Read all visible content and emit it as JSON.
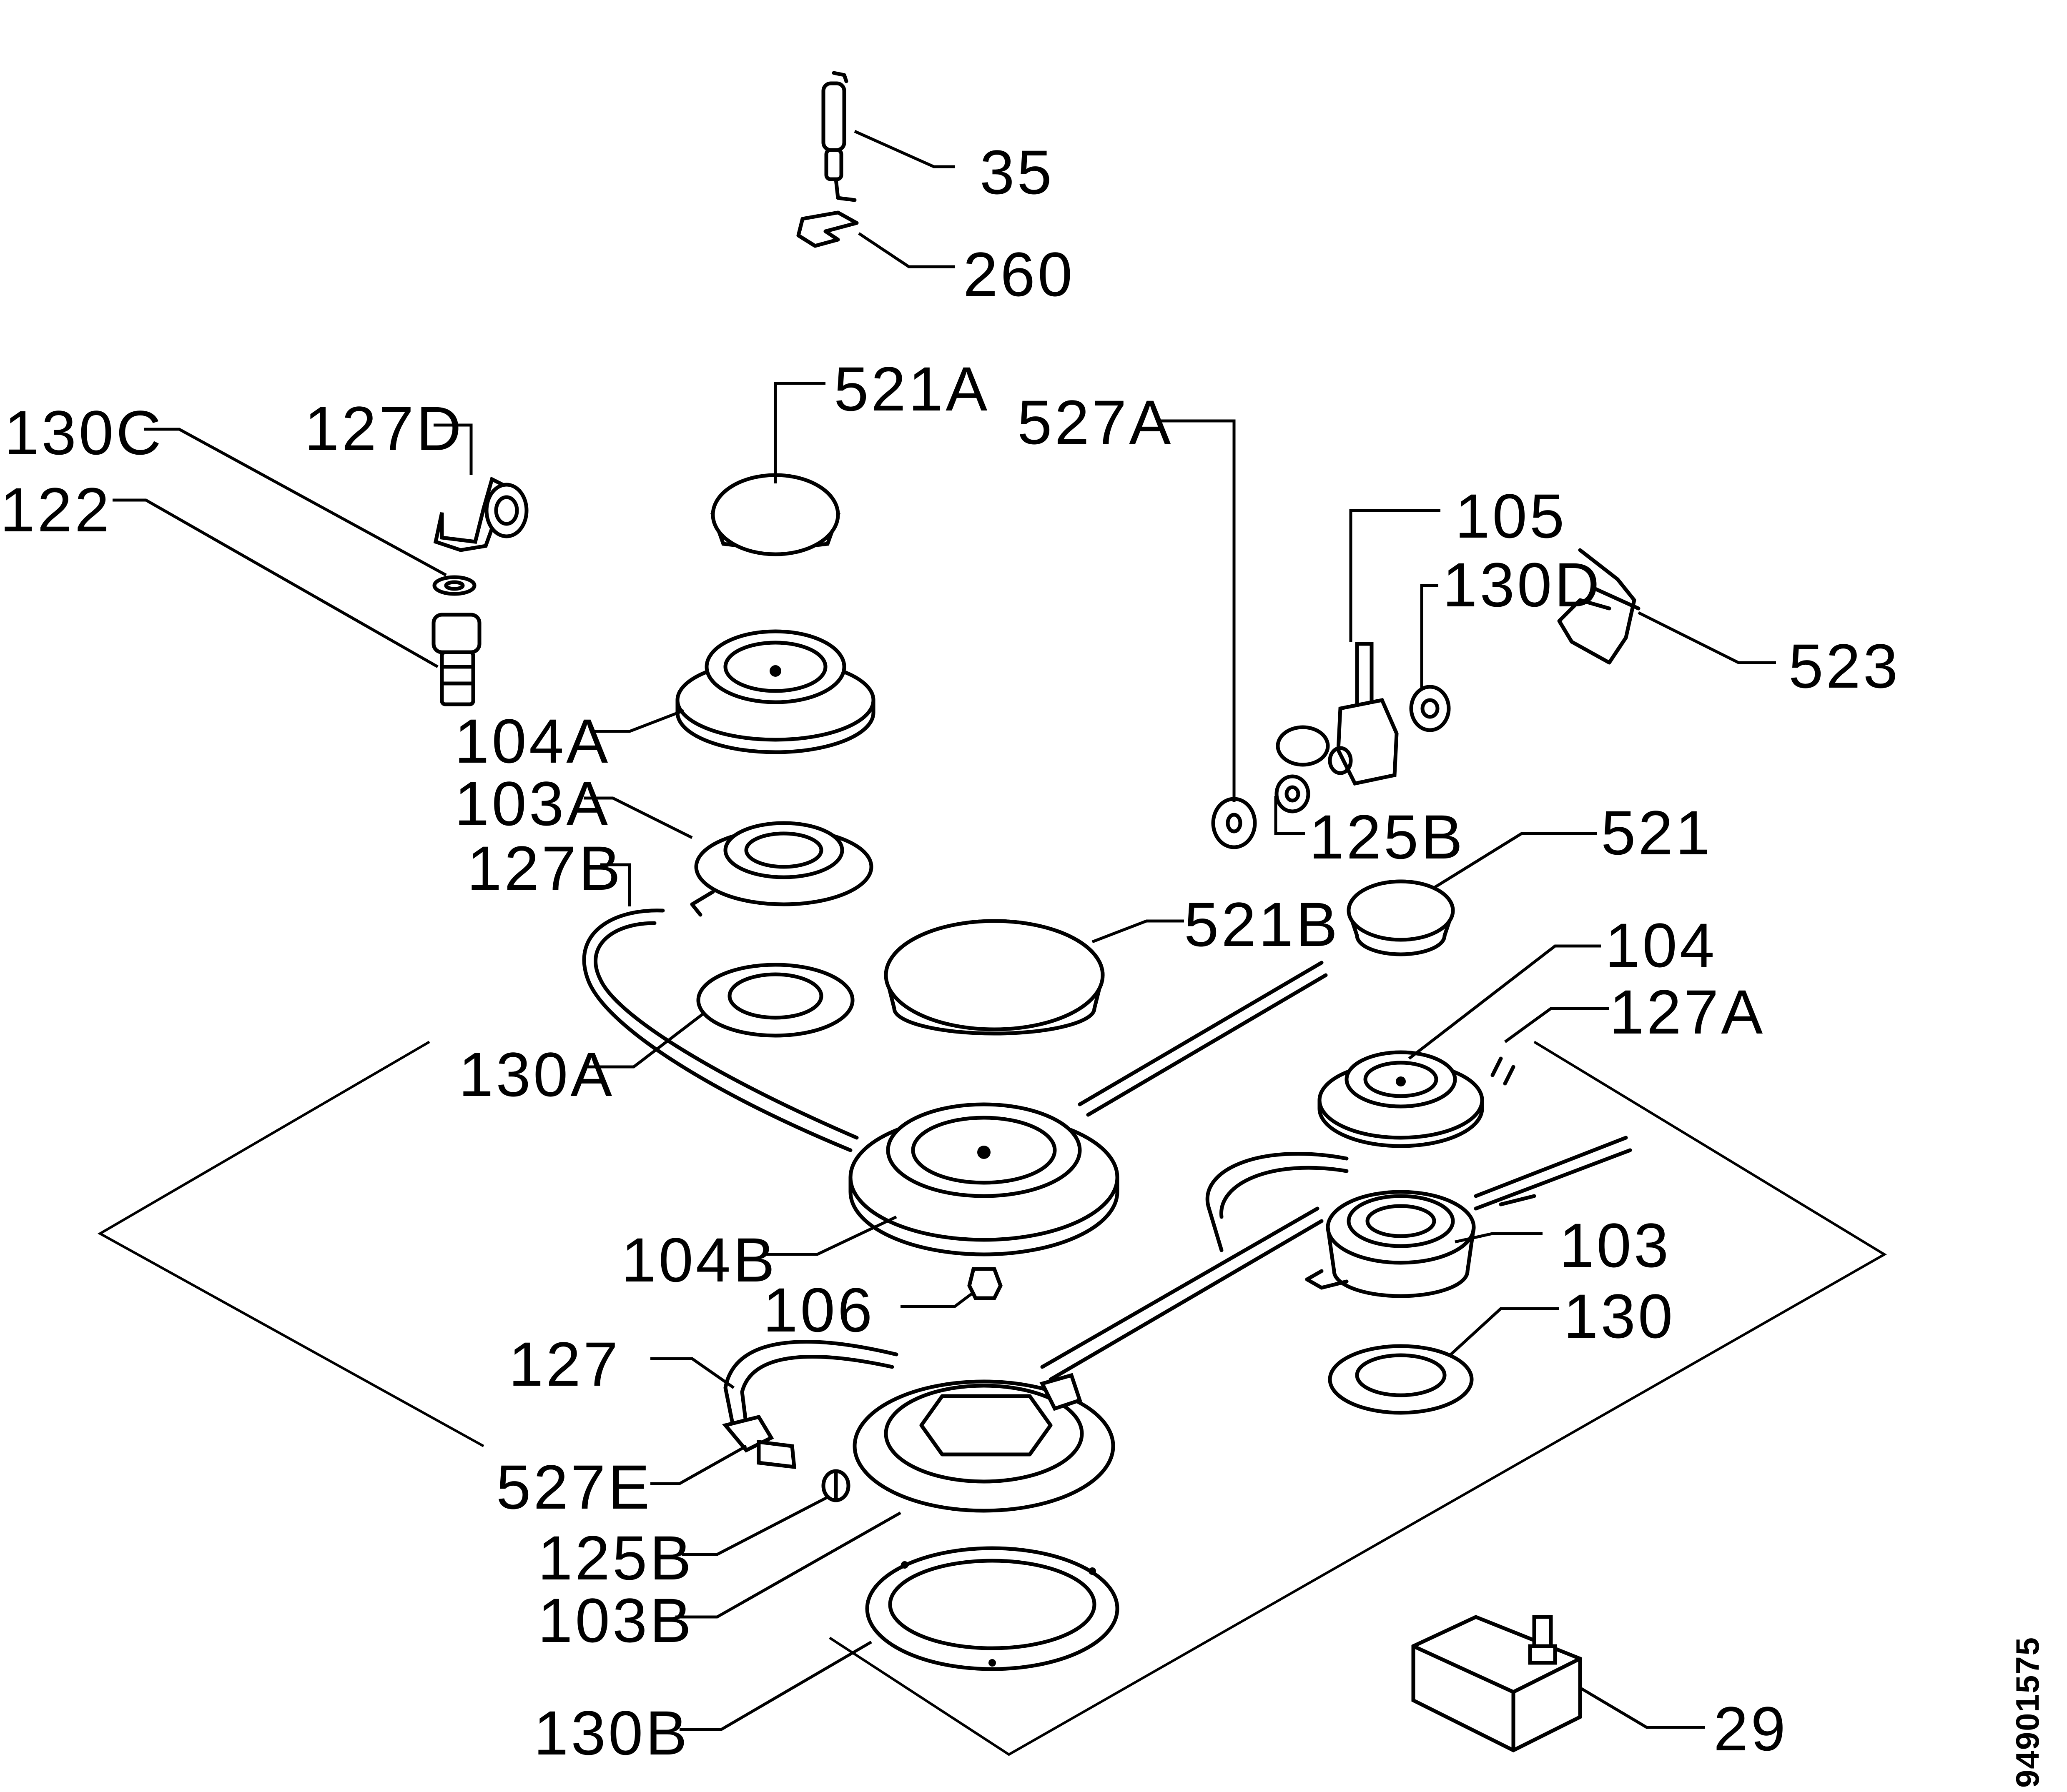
{
  "part_labels": {
    "p35": "35",
    "p260": "260",
    "p521A": "521A",
    "p527A": "527A",
    "p130C": "130C",
    "p127D": "127D",
    "p122": "122",
    "p105": "105",
    "p130D": "130D",
    "p523": "523",
    "p104A": "104A",
    "p103A": "103A",
    "p127B": "127B",
    "p125B_top": "125B",
    "p521": "521",
    "p521B": "521B",
    "p104": "104",
    "p127A": "127A",
    "p130A": "130A",
    "p103": "103",
    "p104B": "104B",
    "p106": "106",
    "p130": "130",
    "p127": "127",
    "p527E": "527E",
    "p125B_bottom": "125B",
    "p103B": "103B",
    "p130B": "130B",
    "p29": "29"
  },
  "document_id": "94901575"
}
